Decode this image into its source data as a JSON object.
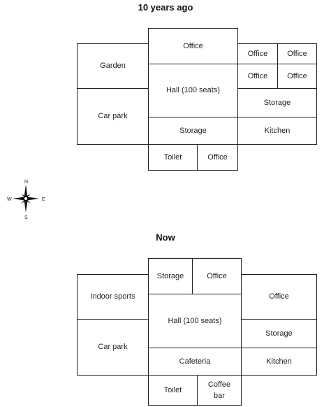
{
  "plans": [
    {
      "title": "10 years ago",
      "rooms": {
        "garden": "Garden",
        "car_park": "Car park",
        "office_north": "Office",
        "hall": "Hall (100 seats)",
        "storage_center": "Storage",
        "toilet": "Toilet",
        "office_south": "Office",
        "office_ne1": "Office",
        "office_ne2": "Office",
        "office_ne3": "Office",
        "office_ne4": "Office",
        "storage_east": "Storage",
        "kitchen": "Kitchen"
      }
    },
    {
      "title": "Now",
      "rooms": {
        "indoor_sports": "Indoor sports",
        "car_park": "Car park",
        "storage_north": "Storage",
        "office_north": "Office",
        "hall": "Hall (100 seats)",
        "cafeteria": "Cafeteria",
        "toilet": "Toilet",
        "coffee_bar": "Coffee bar",
        "office_east": "Office",
        "storage_east": "Storage",
        "kitchen": "Kitchen"
      }
    }
  ],
  "compass": {
    "n": "N",
    "s": "S",
    "e": "E",
    "w": "W"
  }
}
